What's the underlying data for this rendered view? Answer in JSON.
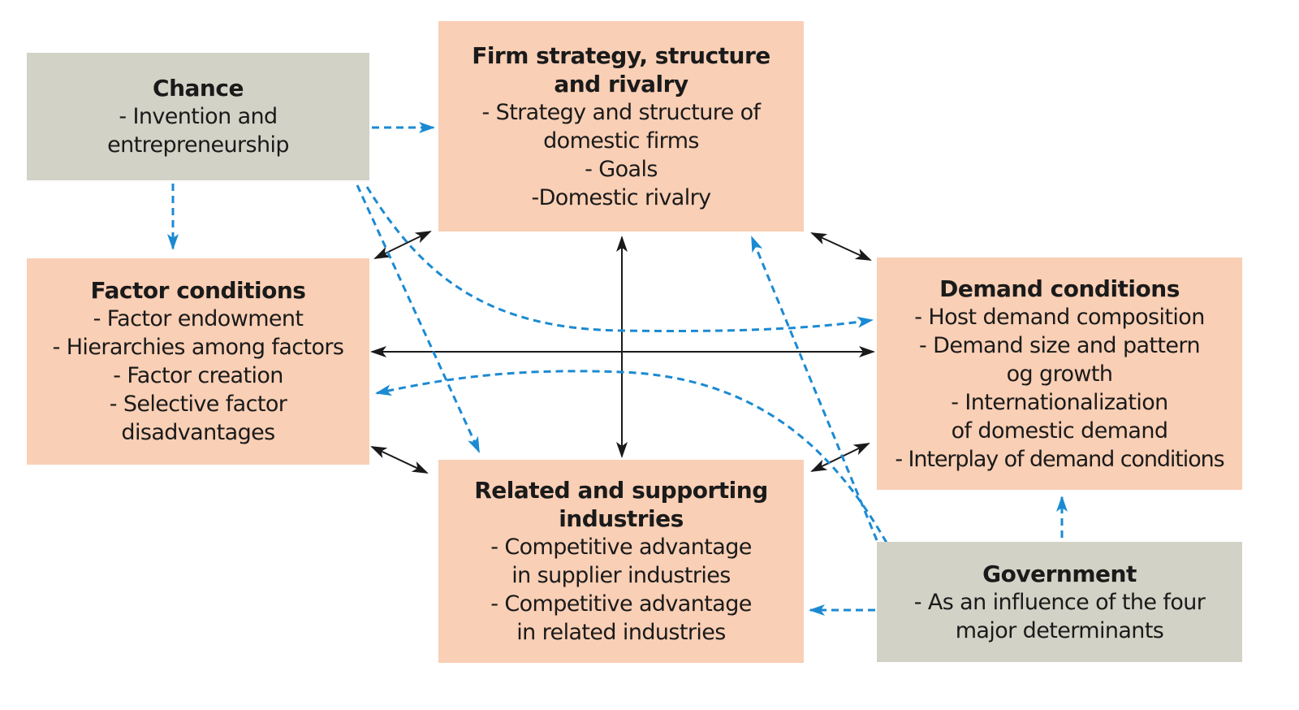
{
  "colors": {
    "determinant": "#F9CFB5",
    "external": "#D3D2C6",
    "influence_arrow": "#1B8AD2",
    "interaction_arrow": "#1a1a1a"
  },
  "boxes": {
    "chance": {
      "title": "Chance",
      "lines": [
        "- Invention and",
        "entrepreneurship"
      ]
    },
    "firm": {
      "title_lines": [
        "Firm strategy, structure",
        "and rivalry"
      ],
      "lines": [
        "- Strategy and structure of",
        "domestic firms",
        "- Goals",
        "-Domestic rivalry"
      ]
    },
    "factor": {
      "title": "Factor conditions",
      "lines": [
        "- Factor endowment",
        "- Hierarchies among factors",
        "- Factor creation",
        "- Selective factor",
        "disadvantages"
      ]
    },
    "demand": {
      "title": "Demand conditions",
      "lines": [
        "- Host demand composition",
        "- Demand size and pattern",
        "og growth",
        "- Internationalization",
        "of domestic demand",
        "- Interplay of demand conditions"
      ]
    },
    "related": {
      "title_lines": [
        "Related and supporting",
        "industries"
      ],
      "lines": [
        "- Competitive advantage",
        "in supplier industries",
        "- Competitive advantage",
        "in related industries"
      ]
    },
    "government": {
      "title": "Government",
      "lines": [
        "- As an influence of the four",
        "major determinants"
      ]
    }
  }
}
